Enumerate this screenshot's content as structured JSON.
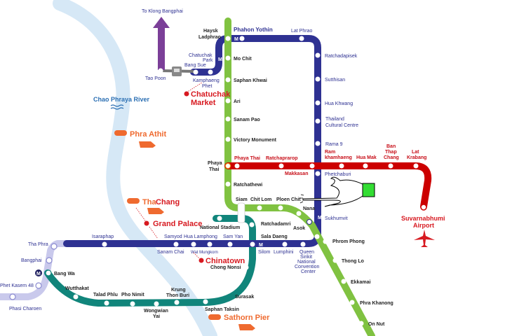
{
  "colors": {
    "green": "#80c241",
    "blue": "#2e3192",
    "red": "#cc0000",
    "teal": "#11857b",
    "purple": "#7b3f98",
    "lavender": "#c9c9ec",
    "river": "#cfe5f5",
    "landmark": "#d71920",
    "pier": "#ef6a2f"
  },
  "directions": {
    "klong_bangphai": "To Klong Bangphai"
  },
  "river": {
    "label": "Chao Phraya River"
  },
  "landmarks": {
    "chatuchak_1": "Chatuchak",
    "chatuchak_2": "Market",
    "grand_palace": "Grand Palace",
    "chinatown": "Chinatown",
    "airport_1": "Suvarnabhumi",
    "airport_2": "Airport"
  },
  "piers": {
    "phra_athit": "Phra Athit",
    "tha_chang_1": "Tha",
    "tha_chang_2": "Chang",
    "sathorn": "Sathorn Pier"
  },
  "interchange_badge": "M",
  "green_line": [
    "Haysk",
    "Ladphrao",
    "Mo Chit",
    "Saphan Khwai",
    "Ari",
    "Sanam Pao",
    "Victory Monument",
    "Phaya",
    "Thai",
    "Ratchathewi",
    "Siam",
    "Chit Lom",
    "Ploen Chit",
    "Nana",
    "Asok",
    "Phrom Phong",
    "Thong Lo",
    "Ekkamai",
    "Phra Khanong",
    "On Nut"
  ],
  "blue_line": [
    "Phahon Yothin",
    "Lat Phrao",
    "Ratchadapisek",
    "Sutthisan",
    "Hua Khwang",
    "Thailand",
    "Cultural Centre",
    "Rama 9",
    "Phetchaburi",
    "Sukhumvit",
    "Queen",
    "Sirikit",
    "National",
    "Convention",
    "Center",
    "Lumphini",
    "Silom",
    "Sam Yan",
    "Hua Lamphong",
    "Samyod",
    "Sanam Chai",
    "Wat Mungkorn",
    "Isaraphap",
    "Chatuchak",
    "Park",
    "Bang Sue",
    "Kamphaeng",
    "Phet",
    "Tao Poon"
  ],
  "red_line": [
    "Phaya Thai",
    "Ratchaprarop",
    "Makkasan",
    "Ram",
    "khamhaeng",
    "Hua Mak",
    "Ban",
    "Thap",
    "Chang",
    "Lat",
    "Krabang"
  ],
  "teal_line": [
    "National Stadium",
    "Ratchadamri",
    "Sala Daeng",
    "Chong Nonsi",
    "Surasak",
    "Saphan Taksin",
    "Krung",
    "Thon Buri",
    "Wongwian",
    "Yai",
    "Pho Nimit",
    "Talad Phlu",
    "Wutthakat",
    "Bang Wa"
  ],
  "lavender_line": [
    "Tha Phra",
    "Bangphai",
    "Phet Kasem 48",
    "Phasi  Charoen"
  ]
}
